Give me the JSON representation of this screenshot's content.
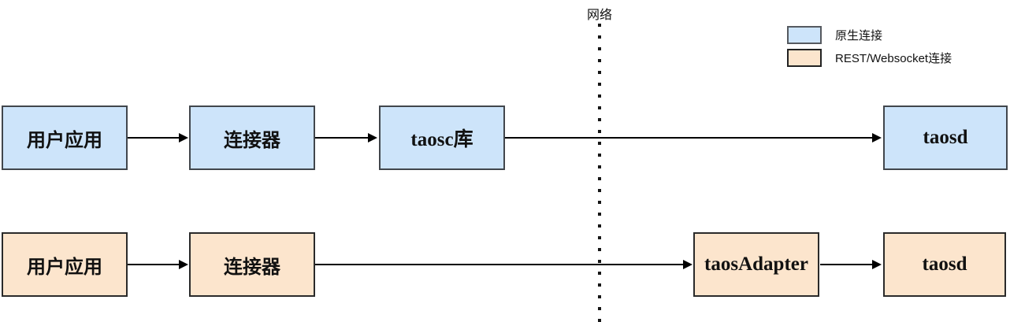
{
  "colors": {
    "native_fill": "#cde4fa",
    "native_border": "#41464c",
    "rest_fill": "#fce5cd",
    "rest_border": "#2a2a2a",
    "arrow": "#000000"
  },
  "network_divider": {
    "label": "网络"
  },
  "legend": {
    "items": [
      {
        "id": "native",
        "label": "原生连接"
      },
      {
        "id": "rest",
        "label": "REST/Websocket连接"
      }
    ]
  },
  "rows": [
    {
      "id": "native-flow",
      "nodes": [
        {
          "label": "用户应用"
        },
        {
          "label": "连接器"
        },
        {
          "label": "taosc库"
        },
        {
          "label": "taosd"
        }
      ]
    },
    {
      "id": "rest-flow",
      "nodes": [
        {
          "label": "用户应用"
        },
        {
          "label": "连接器"
        },
        {
          "label": "taosAdapter"
        },
        {
          "label": "taosd"
        }
      ]
    }
  ]
}
